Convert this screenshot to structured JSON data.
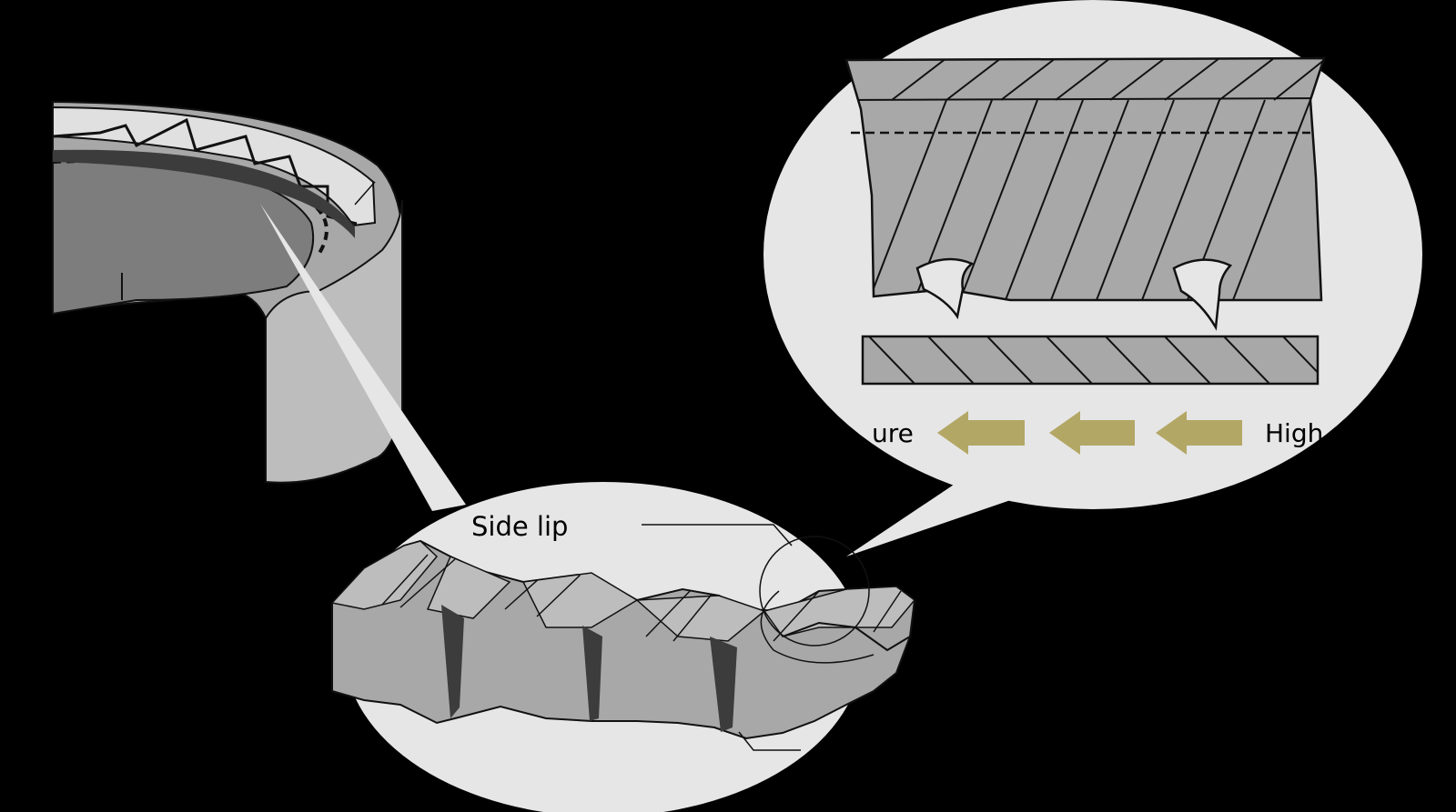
{
  "labels": {
    "side_lip": "Side lip",
    "pressure_fragment": "ure",
    "high_fragment": "High"
  },
  "colors": {
    "background": "#000000",
    "bubble": "#e6e6e6",
    "metal_light": "#bdbdbd",
    "metal_mid": "#a8a8a8",
    "metal_dark": "#7d7d7d",
    "arrow": "#b3a766",
    "line": "#1a1a1a"
  },
  "icons": [
    "left-arrow-icon",
    "left-arrow-icon",
    "left-arrow-icon"
  ]
}
